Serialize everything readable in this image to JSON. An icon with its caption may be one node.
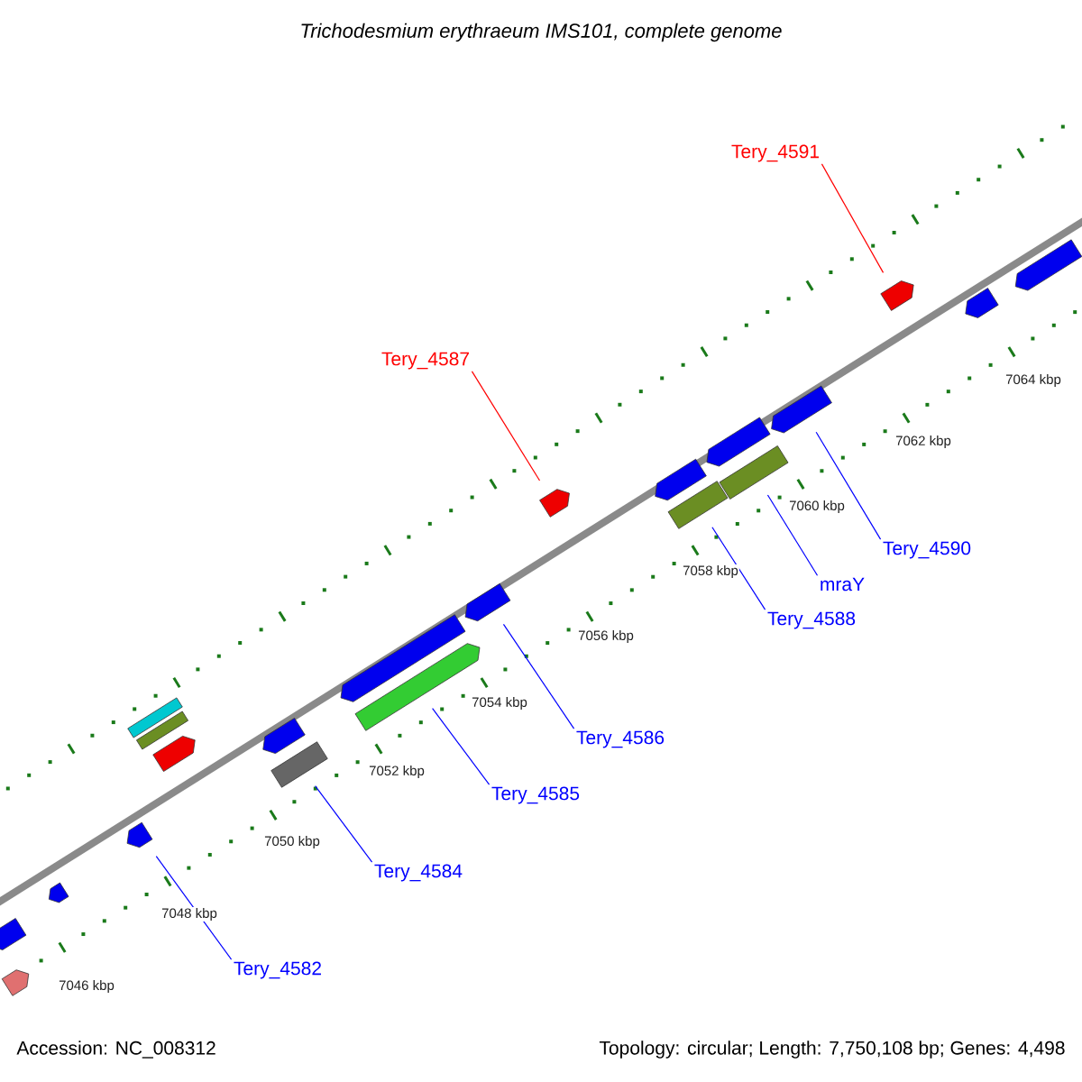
{
  "diagram": {
    "title": "Trichodesmium erythraeum IMS101, complete genome",
    "nodes": [
      {
        "text": [],
        "shape": "arrow"
      },
      {
        "text": [],
        "shape": "arrow"
      },
      {
        "text": [],
        "shape": "arrow"
      },
      {
        "text": [],
        "shape": "arrow"
      },
      {
        "text": [],
        "shape": "box"
      },
      {
        "text": [],
        "shape": "box"
      },
      {
        "text": [],
        "shape": "arrow"
      },
      {
        "text": [],
        "shape": "arrow"
      },
      {
        "text": [],
        "shape": "box"
      },
      {
        "text": [],
        "shape": "arrow"
      },
      {
        "text": [],
        "shape": "arrow"
      },
      {
        "text": [],
        "shape": "arrow"
      },
      {
        "text": [],
        "shape": "arrow"
      },
      {
        "text": [],
        "shape": "arrow"
      },
      {
        "text": [],
        "shape": "box"
      },
      {
        "text": [],
        "shape": "arrow"
      },
      {
        "text": [],
        "shape": "box"
      },
      {
        "text": [],
        "shape": "arrow"
      },
      {
        "text": [],
        "shape": "arrow"
      },
      {
        "text": [],
        "shape": "arrow"
      },
      {
        "text": [],
        "shape": "arrow"
      },
      {
        "text": [
          "Tery_4591"
        ]
      },
      {
        "text": [
          "Tery_4587"
        ]
      },
      {
        "text": [
          "Tery_4590"
        ]
      },
      {
        "text": [
          "mraY"
        ]
      },
      {
        "text": [
          "Tery_4588"
        ]
      },
      {
        "text": [
          "Tery_4586"
        ]
      },
      {
        "text": [
          "Tery_4585"
        ]
      },
      {
        "text": [
          "Tery_4584"
        ]
      },
      {
        "text": [
          "Tery_4582"
        ]
      }
    ],
    "edges": [
      {
        "from": 21,
        "to": 18,
        "arrow": "none",
        "color": "#ff0000"
      },
      {
        "from": 22,
        "to": 12,
        "arrow": "none",
        "color": "#ff0000"
      },
      {
        "from": 23,
        "to": 17,
        "arrow": "none"
      },
      {
        "from": 24,
        "to": 16,
        "arrow": "none"
      },
      {
        "from": 25,
        "to": 14,
        "arrow": "none"
      },
      {
        "from": 26,
        "to": 11,
        "arrow": "none"
      },
      {
        "from": 27,
        "to": 10,
        "arrow": "none"
      },
      {
        "from": 28,
        "to": 8,
        "arrow": "none"
      },
      {
        "from": 29,
        "to": 3,
        "arrow": "none"
      }
    ],
    "labels": [
      "7046 kbp",
      "7048 kbp",
      "7050 kbp",
      "7052 kbp",
      "7054 kbp",
      "7056 kbp",
      "7058 kbp",
      "7060 kbp",
      "7062 kbp",
      "7064 kbp",
      "Accession: NC_008312",
      "Topology: circular; Length: 7,750,108 bp; Genes: 4,498"
    ]
  }
}
